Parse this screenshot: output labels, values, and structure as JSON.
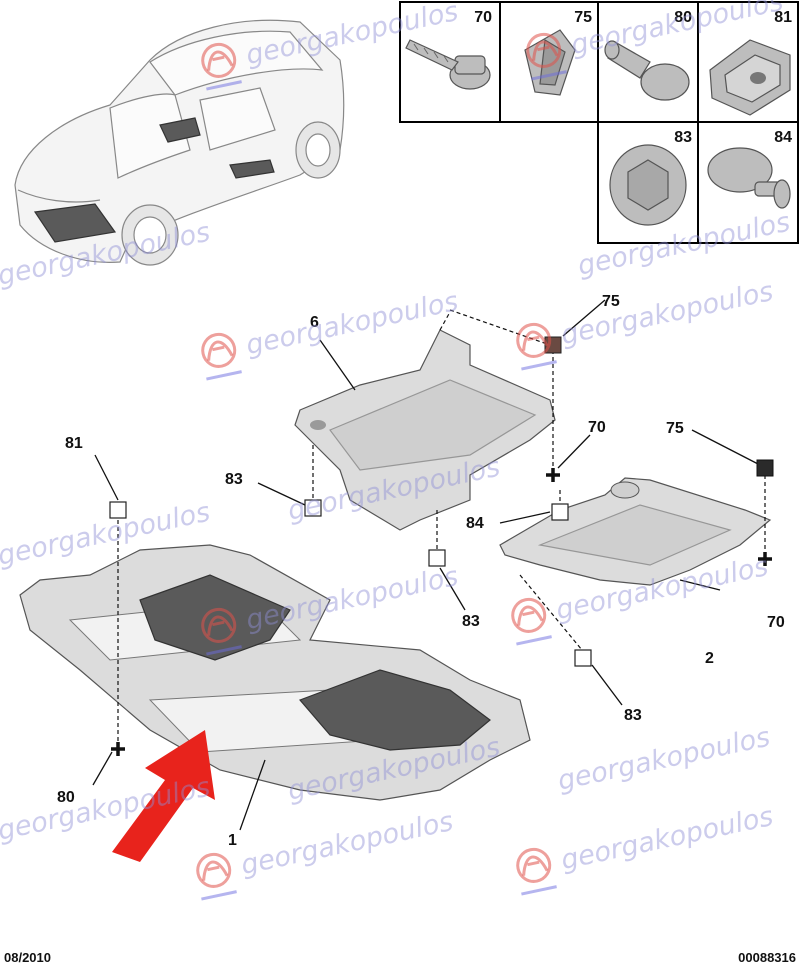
{
  "header_boxes": [
    {
      "label": "70"
    },
    {
      "label": "75"
    },
    {
      "label": "80"
    },
    {
      "label": "81"
    },
    {
      "label": "83"
    },
    {
      "label": "84"
    }
  ],
  "callouts": {
    "c6": "6",
    "c75a": "75",
    "c70a": "70",
    "c75b": "75",
    "c81": "81",
    "c83a": "83",
    "c84": "84",
    "c83b": "83",
    "c2": "2",
    "c70b": "70",
    "c83c": "83",
    "c80": "80",
    "c1": "1"
  },
  "footer": {
    "date": "08/2010",
    "code": "00088316"
  },
  "watermark": {
    "text": "georgakopoulos"
  },
  "colors": {
    "arrow": "#e8231c",
    "watermark_logo": "#e0524b",
    "watermark_text": "#8f8fd6"
  }
}
